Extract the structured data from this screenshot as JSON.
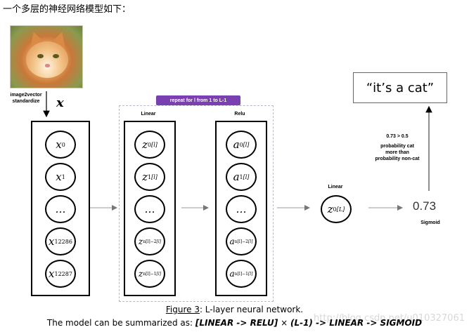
{
  "intro_text": "一个多层的神经网络模型如下：",
  "input": {
    "photo_alt": "cat photo",
    "label_line1": "image2vector",
    "label_line2": "standardize",
    "var": "x",
    "nodes": [
      {
        "base": "x",
        "sub": "0"
      },
      {
        "base": "x",
        "sub": "1"
      },
      {
        "base": "…",
        "sub": ""
      },
      {
        "base": "x",
        "sub": "12286"
      },
      {
        "base": "x",
        "sub": "12287"
      }
    ]
  },
  "repeat_label": "repeat for l from 1 to L-1",
  "linear_col": {
    "title": "Linear",
    "nodes": [
      {
        "base": "z",
        "sub": "0",
        "sup": "[l]"
      },
      {
        "base": "z",
        "sub": "1",
        "sup": "[l]"
      },
      {
        "base": "…",
        "sub": "",
        "sup": ""
      },
      {
        "base": "z",
        "sub": "n[l]−2",
        "sup": "[l]"
      },
      {
        "base": "z",
        "sub": "n[l]−1",
        "sup": "[l]"
      }
    ]
  },
  "relu_col": {
    "title": "Relu",
    "nodes": [
      {
        "base": "a",
        "sub": "0",
        "sup": "[l]"
      },
      {
        "base": "a",
        "sub": "1",
        "sup": "[l]"
      },
      {
        "base": "…",
        "sub": "",
        "sup": ""
      },
      {
        "base": "a",
        "sub": "n[l]−2",
        "sup": "[l]"
      },
      {
        "base": "a",
        "sub": "n[l]−1",
        "sup": "[l]"
      }
    ]
  },
  "final_linear": {
    "title": "Linear",
    "base": "z",
    "sub": "0",
    "sup": "[L]"
  },
  "output_value": "0.73",
  "sigmoid_label": "Sigmoid",
  "decision": {
    "line1": "0.73 > 0.5",
    "line2": "probability cat",
    "line3": "more than",
    "line4": "probability non-cat"
  },
  "result_text": "“it’s a cat”",
  "caption": {
    "figure": "Figure 3",
    "rest": ": L-layer neural network."
  },
  "summary": {
    "prefix": "The model can be summarized as: ",
    "part1": "[LINEAR -> RELU]",
    "times": " × ",
    "part2": "(L-1) -> LINEAR -> SIGMOID"
  },
  "watermark": "http://blog.csdn.net/u010327061"
}
